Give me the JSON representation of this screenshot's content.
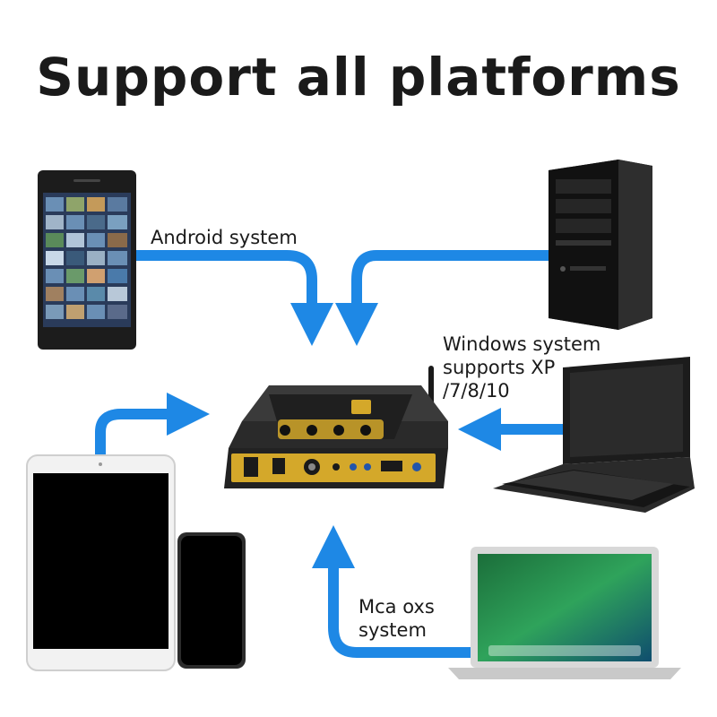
{
  "title": "Support all platforms",
  "labels": {
    "android": "Android system",
    "windows_line1": "Windows system",
    "windows_line2": "supports XP",
    "windows_line3": "/7/8/10",
    "mac_line1": "Mca oxs",
    "mac_line2": "system"
  },
  "colors": {
    "arrow": "#1e88e5",
    "device_gold": "#d4a82a",
    "device_body": "#2a2a2a"
  },
  "icons": [
    "android-phone-image",
    "desktop-tower-image",
    "laptop-image",
    "tablet-image",
    "smartphone-image",
    "macbook-image",
    "audio-converter-image"
  ]
}
